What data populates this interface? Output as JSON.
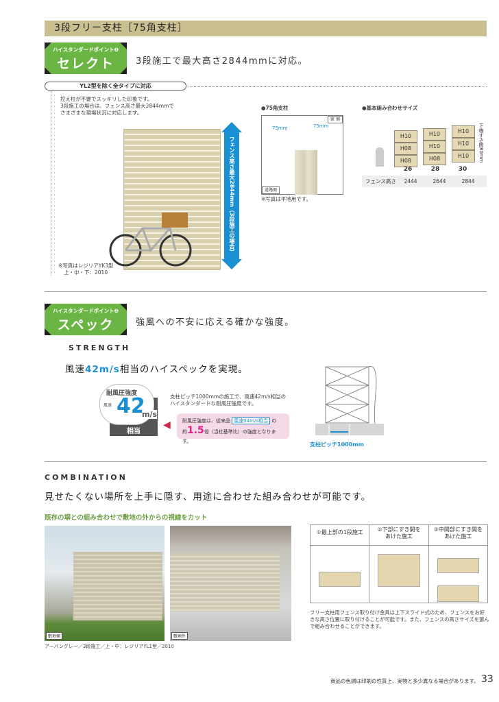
{
  "header": {
    "title": "3段フリー支柱［75角支柱］"
  },
  "point1": {
    "small": "ハイスタンダードポイント❶",
    "big": "セレクト",
    "lead": "3段施工で最大高さ2844mmに対応。",
    "pill": "YL2型を除く全タイプに対応",
    "desc": [
      "控え柱が不要でスッキリした印象です。",
      "3段施工の場合は、フェンス高さ最大2844mmで",
      "さまざまな現場状況に対応します。"
    ],
    "arrow_label": "フェンス高さ最大2844mm（3段施工の場合）",
    "photo_note": [
      "※写真はレジリアYK3型",
      "上・中・下：2010"
    ],
    "post": {
      "title": "●75角支柱",
      "house_side": "家 側",
      "road_side": "道路側",
      "dim1": "75mm",
      "dim2": "75mm",
      "note": "※写真は平地用です。"
    },
    "combo": {
      "title": "●基本組み合わせサイズ",
      "side_label": "下桟すき間80mm",
      "row_label": "フェンス高さ",
      "columns": [
        {
          "blocks": [
            "H10",
            "H08",
            "H08"
          ],
          "size": "26",
          "height": "2444"
        },
        {
          "blocks": [
            "H10",
            "H10",
            "H08"
          ],
          "size": "28",
          "height": "2644"
        },
        {
          "blocks": [
            "H10",
            "H10",
            "H10"
          ],
          "size": "30",
          "height": "2844"
        }
      ]
    }
  },
  "point2": {
    "small": "ハイスタンダードポイント❷",
    "big": "スペック",
    "lead": "強風への不安に応える確かな強度。",
    "eyebrow": "STRENGTH",
    "headline_pre": "風速",
    "headline_em": "42m/s",
    "headline_post": "相当のハイスペックを実現。",
    "graphic": {
      "top": "耐風圧強度",
      "wind": "風速",
      "value": "42",
      "unit": "m/s",
      "bottom": "相当"
    },
    "desc": [
      "支柱ピッチ1000mmの施工で、風速42m/s相当の",
      "ハイスタンダードな耐風圧強度です。"
    ],
    "compare": {
      "pre": "耐風圧強度は、従来品",
      "old": "風速34m/s相当",
      "post": "の",
      "pre2": "約",
      "ratio": "1.5",
      "post2": "倍（当社基準比）の強度となります。"
    },
    "diagram_label": "支柱ピッチ1000mm"
  },
  "combination": {
    "eyebrow": "COMBINATION",
    "headline": "見せたくない場所を上手に隠す、用途に合わせた組み合わせが可能です。",
    "sub": "既存の塀との組み合わせで敷地の外からの視線をカット",
    "photo_labels": [
      "敷地側",
      "敷地外"
    ],
    "photo_caption": "アーバングレー／3段施工／上・中：レジリアYL1型／2010",
    "options": [
      "①最上部の1段施工",
      "②下部にすき間を\nあけた施工",
      "③中間部にすき間を\nあけた施工"
    ],
    "options_note": "フリー支柱用フェンス取り付け金具は上下スライド式のため、フェンスをお好きな高さ位置に取り付けることが可能です。また、フェンスの高さサイズを選んで組み合わせることができます。"
  },
  "footer": {
    "note": "商品の色調は印刷の性質上、実物と多少異なる場合があります。",
    "page": "33"
  }
}
